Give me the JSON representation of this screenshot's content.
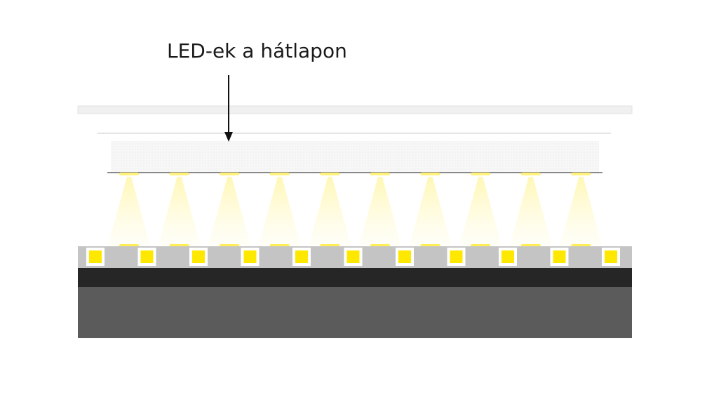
{
  "callout": {
    "label": "LED-ek a hátlapon"
  },
  "colors": {
    "led": "#ffe800",
    "led_border": "#ffffff",
    "light_cone": "#fff6b0",
    "backplate": "#c6c6c6",
    "base_dark": "#2b2b2b",
    "base": "#5c5c5c",
    "panel": "#f1f1f1",
    "diffuser": "#f6f6f6",
    "arrow": "#111111"
  },
  "led_count": 11,
  "beam_count": 10
}
